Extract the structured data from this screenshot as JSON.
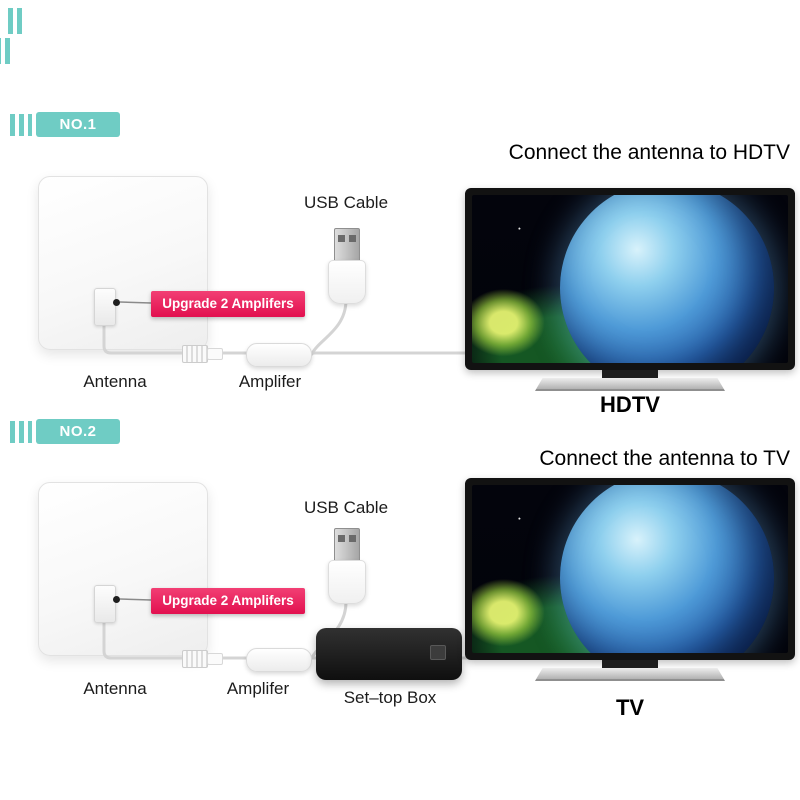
{
  "colors": {
    "teal": "#6fccc4",
    "badge_red": "#e2104f",
    "heading_text": "#000000"
  },
  "badges": {
    "no1": "NO.1",
    "no2": "NO.2"
  },
  "sections": [
    {
      "heading": "Connect the antenna to HDTV",
      "usb_cable_label": "USB Cable",
      "upgrade_tag": "Upgrade 2 Amplifers",
      "antenna_label": "Antenna",
      "amplifier_label": "Amplifer",
      "tv_label": "HDTV"
    },
    {
      "heading": "Connect the antenna to TV",
      "usb_cable_label": "USB Cable",
      "upgrade_tag": "Upgrade 2 Amplifers",
      "antenna_label": "Antenna",
      "amplifier_label": "Amplifer",
      "settop_label": "Set–top Box",
      "tv_label": "TV"
    }
  ]
}
